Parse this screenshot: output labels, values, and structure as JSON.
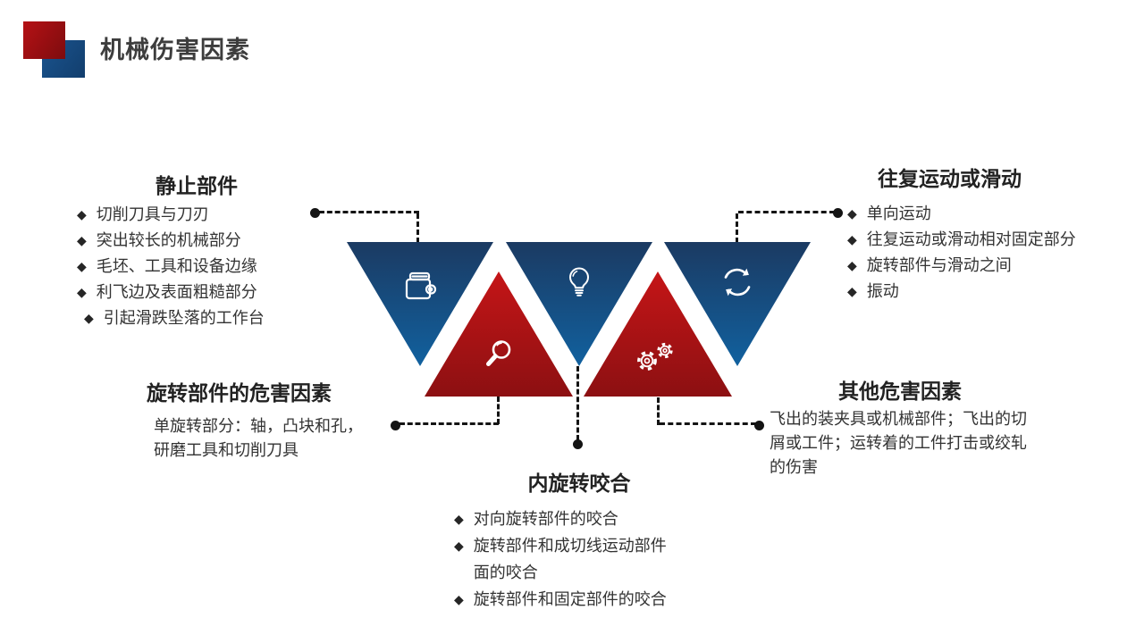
{
  "title": "机械伤害因素",
  "bullet_marker": "◆",
  "sections": {
    "static_parts": {
      "heading": "静止部件",
      "bullets": [
        "切削刀具与刀刃",
        "突出较长的机械部分",
        "毛坯、工具和设备边缘",
        "利飞边及表面粗糙部分",
        "引起滑跌坠落的工作台"
      ]
    },
    "reciprocating": {
      "heading": "往复运动或滑动",
      "bullets": [
        "单向运动",
        "往复运动或滑动相对固定部分",
        "旋转部件与滑动之间",
        "振动"
      ]
    },
    "rotating_parts": {
      "heading": "旋转部件的危害因素",
      "text": "单旋转部分：轴，凸块和孔，研磨工具和切削刀具"
    },
    "inner_meshing": {
      "heading": "内旋转咬合",
      "bullets": [
        "对向旋转部件的咬合",
        "旋转部件和成切线运动部件面的咬合",
        "旋转部件和固定部件的咬合"
      ]
    },
    "other_hazards": {
      "heading": "其他危害因素",
      "text": "飞出的装夹具或机械部件；飞出的切屑或工件；运转着的工件打击或绞轧的伤害"
    }
  },
  "triangles": [
    {
      "icon": "wallet-icon",
      "color_role": "blue",
      "direction": "down"
    },
    {
      "icon": "magnifier-icon",
      "color_role": "red",
      "direction": "up"
    },
    {
      "icon": "lightbulb-icon",
      "color_role": "blue",
      "direction": "down"
    },
    {
      "icon": "gears-icon",
      "color_role": "red",
      "direction": "up"
    },
    {
      "icon": "sync-icon",
      "color_role": "blue",
      "direction": "down"
    }
  ],
  "colors": {
    "blue_top": "#1b3a62",
    "blue_bottom": "#11619f",
    "red_top": "#c51517",
    "red_bottom": "#8c1012",
    "logo_red": "#b51115",
    "logo_blue": "#1a548f",
    "title_text": "#3d3d3d",
    "heading_text": "#222222",
    "body_text": "#333333",
    "connector": "#141414"
  }
}
